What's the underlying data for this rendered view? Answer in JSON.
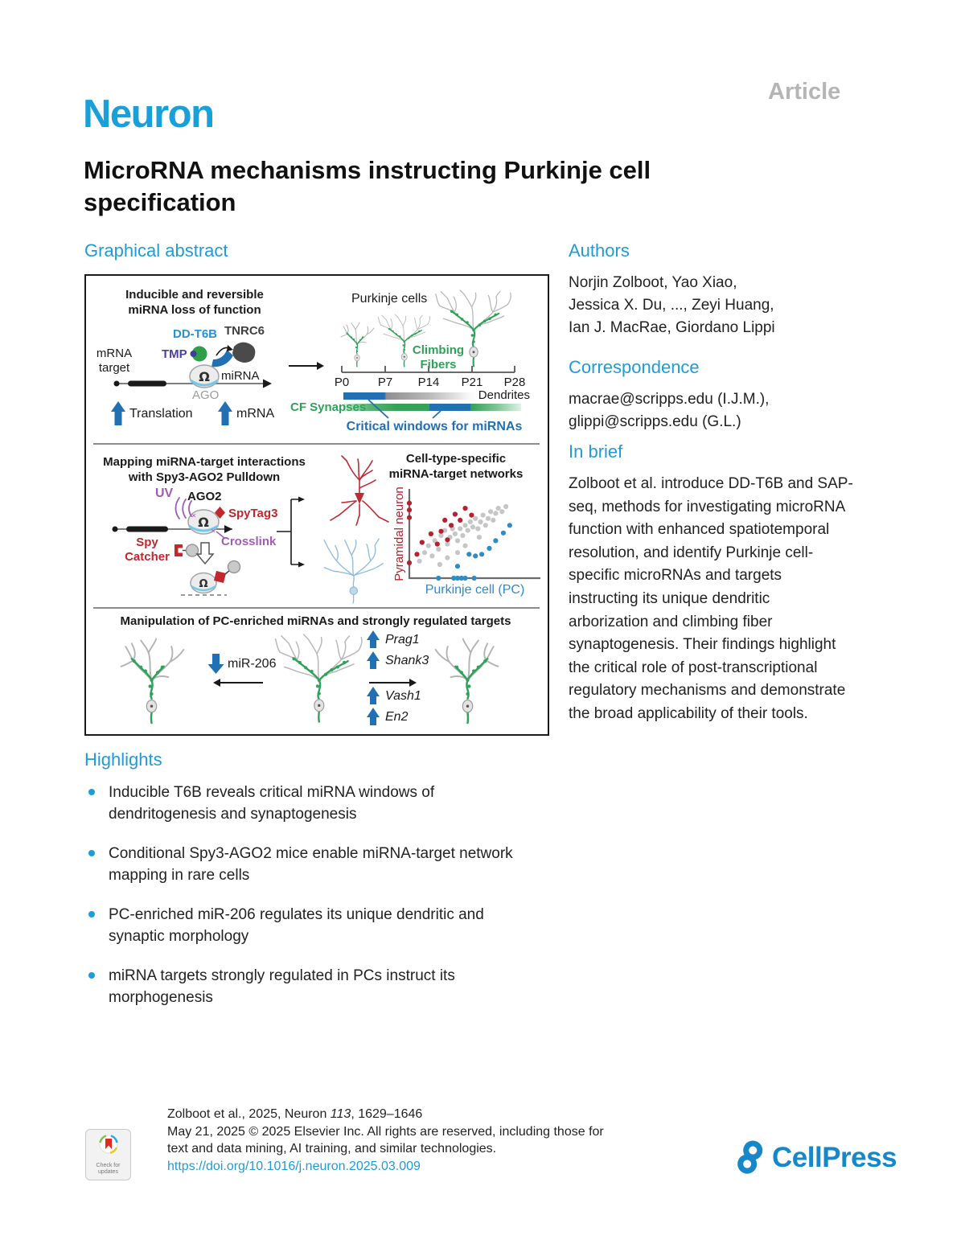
{
  "header": {
    "journal": "Neuron",
    "article_label": "Article"
  },
  "title_lines": [
    "MicroRNA mechanisms instructing Purkinje cell",
    "specification"
  ],
  "headings": {
    "graphical_abstract": "Graphical abstract",
    "authors": "Authors",
    "correspondence": "Correspondence",
    "in_brief": "In brief",
    "highlights": "Highlights"
  },
  "authors_lines": [
    "Norjin Zolboot, Yao Xiao,",
    "Jessica X. Du, ..., Zeyi Huang,",
    "Ian J. MacRae, Giordano Lippi"
  ],
  "correspondence_lines": [
    "macrae@scripps.edu (I.J.M.),",
    "glippi@scripps.edu (G.L.)"
  ],
  "in_brief_lines": [
    "Zolboot et al. introduce DD-T6B and SAP-",
    "seq, methods for investigating microRNA",
    "function with enhanced spatiotemporal",
    "resolution, and identify Purkinje cell-",
    "specific microRNAs and targets",
    "instructing its unique dendritic",
    "arborization and climbing fiber",
    "synaptogenesis. Their findings highlight",
    "the critical role of post-transcriptional",
    "regulatory mechanisms and demonstrate",
    "the broad applicability of their tools."
  ],
  "highlights": [
    [
      "Inducible T6B reveals critical miRNA windows of",
      "dendritogenesis and synaptogenesis"
    ],
    [
      "Conditional Spy3-AGO2 mice enable miRNA-target network",
      "mapping in rare cells"
    ],
    [
      "PC-enriched miR-206 regulates its unique dendritic and",
      "synaptic morphology"
    ],
    [
      "miRNA targets strongly regulated in PCs instruct its",
      "morphogenesis"
    ]
  ],
  "abstract_fig": {
    "panel1": {
      "title_lines": [
        "Inducible and reversible",
        "miRNA loss of function"
      ],
      "labels": {
        "mrna_target": [
          "mRNA",
          "target"
        ],
        "dd_t6b": "DD-T6B",
        "tnrc6": "TNRC6",
        "tmp": "TMP",
        "mirna": "miRNA",
        "ago": "AGO",
        "translation": "Translation",
        "mrna_up": "mRNA",
        "purkinje_cells": "Purkinje cells",
        "climbing_fibers": [
          "Climbing",
          "Fibers"
        ],
        "dendrites": "Dendrites",
        "cf_synapses": "CF Synapses",
        "critical_windows": "Critical windows for miRNAs"
      },
      "timeline": [
        "P0",
        "P7",
        "P14",
        "P21",
        "P28"
      ]
    },
    "panel2": {
      "title_lines": [
        "Mapping miRNA-target interactions",
        "with Spy3-AGO2 Pulldown"
      ],
      "labels": {
        "uv": "UV",
        "ago2": "AGO2",
        "spytag3": "SpyTag3",
        "crosslink": "Crosslink",
        "spy_catcher": [
          "Spy",
          "Catcher"
        ],
        "network_title": [
          "Cell-type-specific",
          "miRNA-target networks"
        ],
        "y_axis": "Pyramidal neuron",
        "x_axis": "Purkinje cell (PC)"
      },
      "scatter": {
        "groups": [
          {
            "name": "shared-targets",
            "color": "#c6c6c6",
            "points": [
              [
                0.08,
                0.2
              ],
              [
                0.12,
                0.3
              ],
              [
                0.15,
                0.38
              ],
              [
                0.18,
                0.26
              ],
              [
                0.2,
                0.44
              ],
              [
                0.23,
                0.34
              ],
              [
                0.25,
                0.5
              ],
              [
                0.28,
                0.56
              ],
              [
                0.3,
                0.4
              ],
              [
                0.32,
                0.48
              ],
              [
                0.34,
                0.58
              ],
              [
                0.36,
                0.52
              ],
              [
                0.38,
                0.44
              ],
              [
                0.4,
                0.58
              ],
              [
                0.42,
                0.5
              ],
              [
                0.44,
                0.62
              ],
              [
                0.46,
                0.56
              ],
              [
                0.48,
                0.66
              ],
              [
                0.5,
                0.6
              ],
              [
                0.52,
                0.7
              ],
              [
                0.54,
                0.58
              ],
              [
                0.56,
                0.66
              ],
              [
                0.58,
                0.74
              ],
              [
                0.6,
                0.62
              ],
              [
                0.62,
                0.7
              ],
              [
                0.64,
                0.78
              ],
              [
                0.66,
                0.68
              ],
              [
                0.68,
                0.76
              ],
              [
                0.7,
                0.82
              ],
              [
                0.73,
                0.78
              ],
              [
                0.76,
                0.84
              ],
              [
                0.44,
                0.38
              ],
              [
                0.38,
                0.3
              ],
              [
                0.3,
                0.24
              ],
              [
                0.24,
                0.16
              ],
              [
                0.55,
                0.48
              ]
            ]
          },
          {
            "name": "pyramidal-enriched",
            "color": "#b5212e",
            "points": [
              [
                0.1,
                0.42
              ],
              [
                0.17,
                0.52
              ],
              [
                0.22,
                0.4
              ],
              [
                0.25,
                0.55
              ],
              [
                0.28,
                0.68
              ],
              [
                0.33,
                0.62
              ],
              [
                0.36,
                0.75
              ],
              [
                0.4,
                0.68
              ],
              [
                0.44,
                0.82
              ],
              [
                0.49,
                0.74
              ],
              [
                0.3,
                0.45
              ],
              [
                0.06,
                0.28
              ]
            ]
          },
          {
            "name": "pc-enriched",
            "color": "#2e8bc6",
            "points": [
              [
                0.38,
                0.14
              ],
              [
                0.47,
                0.28
              ],
              [
                0.52,
                0.26
              ],
              [
                0.57,
                0.28
              ],
              [
                0.63,
                0.35
              ],
              [
                0.68,
                0.44
              ],
              [
                0.74,
                0.53
              ],
              [
                0.79,
                0.62
              ]
            ]
          },
          {
            "name": "pyramidal-only-axis",
            "color": "#b5212e",
            "points": [
              [
                0,
                0.88
              ],
              [
                0,
                0.8
              ],
              [
                0,
                0.71
              ],
              [
                0,
                0.18
              ]
            ]
          },
          {
            "name": "pc-only-axis",
            "color": "#2e8bc6",
            "points": [
              [
                0.23,
                0
              ],
              [
                0.35,
                0
              ],
              [
                0.38,
                0
              ],
              [
                0.41,
                0
              ],
              [
                0.44,
                0
              ],
              [
                0.51,
                0
              ]
            ]
          }
        ]
      }
    },
    "panel3": {
      "title": "Manipulation of PC-enriched miRNAs and strongly regulated targets",
      "labels": {
        "mir206": "miR-206",
        "up_top": [
          "Prag1",
          "Shank3"
        ],
        "up_bottom": [
          "Vash1",
          "En2"
        ]
      }
    }
  },
  "footer": {
    "citation_prefix": "Zolboot et al., 2025, Neuron ",
    "citation_volume": "113",
    "citation_suffix": ", 1629–1646",
    "rights_lines": [
      "May 21, 2025 © 2025 Elsevier Inc. All rights are reserved, including those for",
      "text and data mining, AI training, and similar technologies."
    ],
    "doi": "https://doi.org/10.1016/j.neuron.2025.03.009",
    "check_badge_lines": [
      "Check for",
      "updates"
    ],
    "publisher": "CellPress"
  },
  "colors": {
    "accent_blue": "#1e9cd7",
    "deep_blue": "#2170b4",
    "green": "#2ea258",
    "red": "#c1272d",
    "purple": "#a05cb5",
    "indigo": "#4b3fa0",
    "article_gray": "#b5b5b5"
  }
}
